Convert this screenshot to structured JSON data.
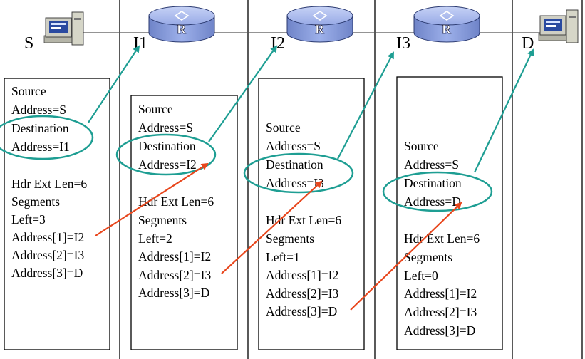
{
  "colors": {
    "ellipse": "#1e9e93",
    "pointer_arrow": "#1e9e93",
    "segment_arrow": "#e8461c",
    "router_top": "#a9b9ee",
    "router_side": "#7e92d4",
    "lines": "#000000"
  },
  "nodes": [
    {
      "label": "S",
      "icon": "computer-icon"
    },
    {
      "label": "I1",
      "icon": "router-icon"
    },
    {
      "label": "I2",
      "icon": "router-icon"
    },
    {
      "label": "I3",
      "icon": "router-icon"
    },
    {
      "label": "D",
      "icon": "computer-icon"
    }
  ],
  "router_mark": "R",
  "packets": [
    {
      "source": [
        "Source",
        "Address=S"
      ],
      "destination": [
        "Destination",
        "Address=I1"
      ],
      "header": [
        "Hdr Ext Len=6",
        "Segments",
        "Left=3",
        "Address[1]=I2",
        "Address[2]=I3",
        "Address[3]=D"
      ]
    },
    {
      "source": [
        "Source",
        "Address=S"
      ],
      "destination": [
        "Destination",
        "Address=I2"
      ],
      "header": [
        "Hdr Ext Len=6",
        "Segments",
        "Left=2",
        "Address[1]=I2",
        "Address[2]=I3",
        "Address[3]=D"
      ]
    },
    {
      "source": [
        "Source",
        "Address=S"
      ],
      "destination": [
        "Destination",
        "Address=I3"
      ],
      "header": [
        "Hdr Ext Len=6",
        "Segments",
        "Left=1",
        "Address[1]=I2",
        "Address[2]=I3",
        "Address[3]=D"
      ]
    },
    {
      "source": [
        "Source",
        "Address=S"
      ],
      "destination": [
        "Destination",
        "Address=D"
      ],
      "header": [
        "Hdr Ext Len=6",
        "Segments",
        "Left=0",
        "Address[1]=I2",
        "Address[2]=I3",
        "Address[3]=D"
      ]
    }
  ]
}
